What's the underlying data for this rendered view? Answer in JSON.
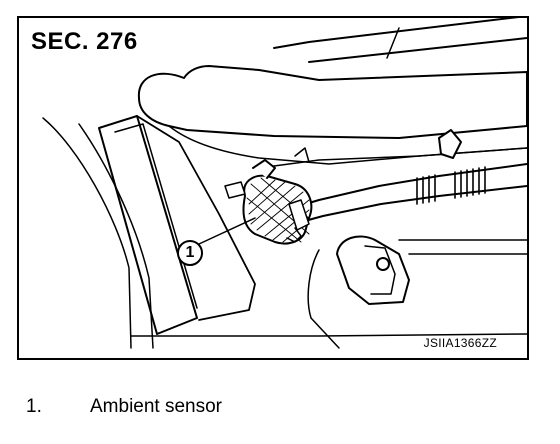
{
  "figure": {
    "section_code": "SEC. 276",
    "figure_id": "JSIIA1366ZZ",
    "callouts": [
      {
        "number": "1"
      }
    ]
  },
  "legend": {
    "items": [
      {
        "number": "1.",
        "label": "Ambient sensor"
      }
    ]
  }
}
